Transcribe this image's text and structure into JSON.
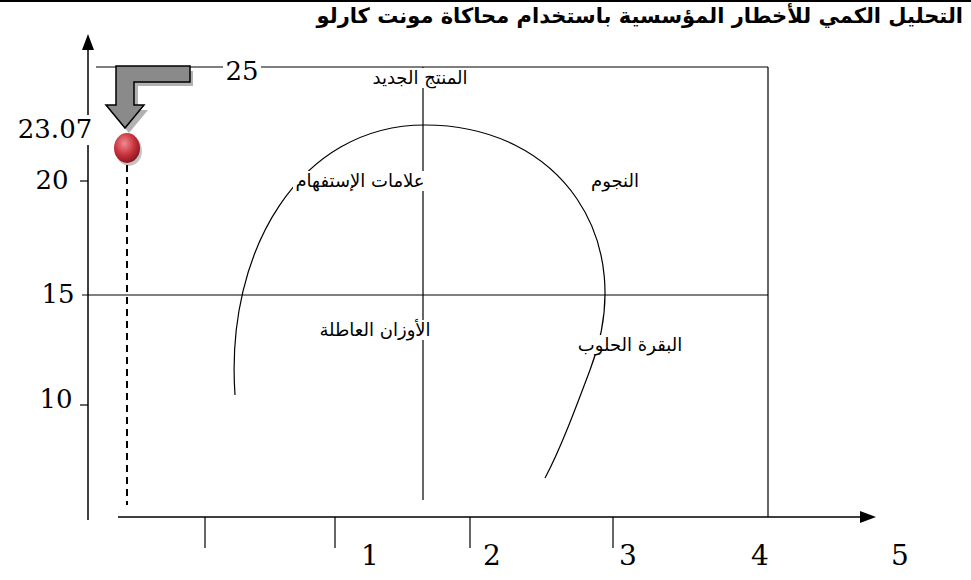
{
  "diagram": {
    "title": "التحليل الكمي للأخطار المؤسسية باستخدام محاكاة مونت كارلو",
    "labels": [
      "25",
      "23.07",
      "المنتج الجديد",
      "20",
      "علامات الإستفهام",
      "النجوم",
      "15",
      "الأوزان العاطلة",
      "البقرة الحلوب",
      "10",
      "1",
      "2",
      "3",
      "4",
      "5"
    ]
  }
}
